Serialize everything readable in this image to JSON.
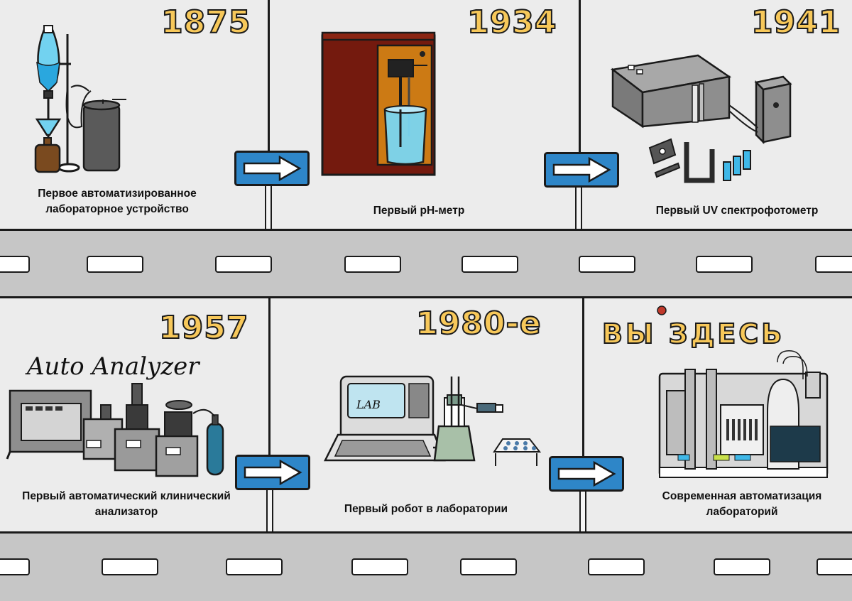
{
  "milestones": [
    {
      "year": "1875",
      "caption_line1": "Первое автоматизированное",
      "caption_line2": "лабораторное устройство"
    },
    {
      "year": "1934",
      "caption_line1": "Первый pH-метр",
      "caption_line2": ""
    },
    {
      "year": "1941",
      "caption_line1": "Первый UV спектрофотометр",
      "caption_line2": ""
    },
    {
      "year": "1957",
      "caption_line1": "Первый автоматический клинический",
      "caption_line2": "анализатор"
    },
    {
      "year": "1980-е",
      "caption_line1": "Первый робот в лаборатории",
      "caption_line2": ""
    },
    {
      "year": "ВЫ ЗДЕСЬ",
      "caption_line1": "Современная автоматизация",
      "caption_line2": "лабораторий"
    }
  ],
  "autoanalyzer_logo": "Auto Analyzer",
  "lab_screen_text": "LAB",
  "colors": {
    "road": "#c6c6c6",
    "background": "#ececec",
    "sign_blue": "#2e86c8",
    "year_yellow": "#f7c85a",
    "you_are_here_dot": "#c0392b"
  },
  "icons": [
    "separatory-funnel-apparatus",
    "ph-meter",
    "uv-spectrophotometer",
    "autoanalyzer-machines",
    "lab-robot-computer",
    "modern-lab-automation",
    "road-arrow-sign"
  ]
}
